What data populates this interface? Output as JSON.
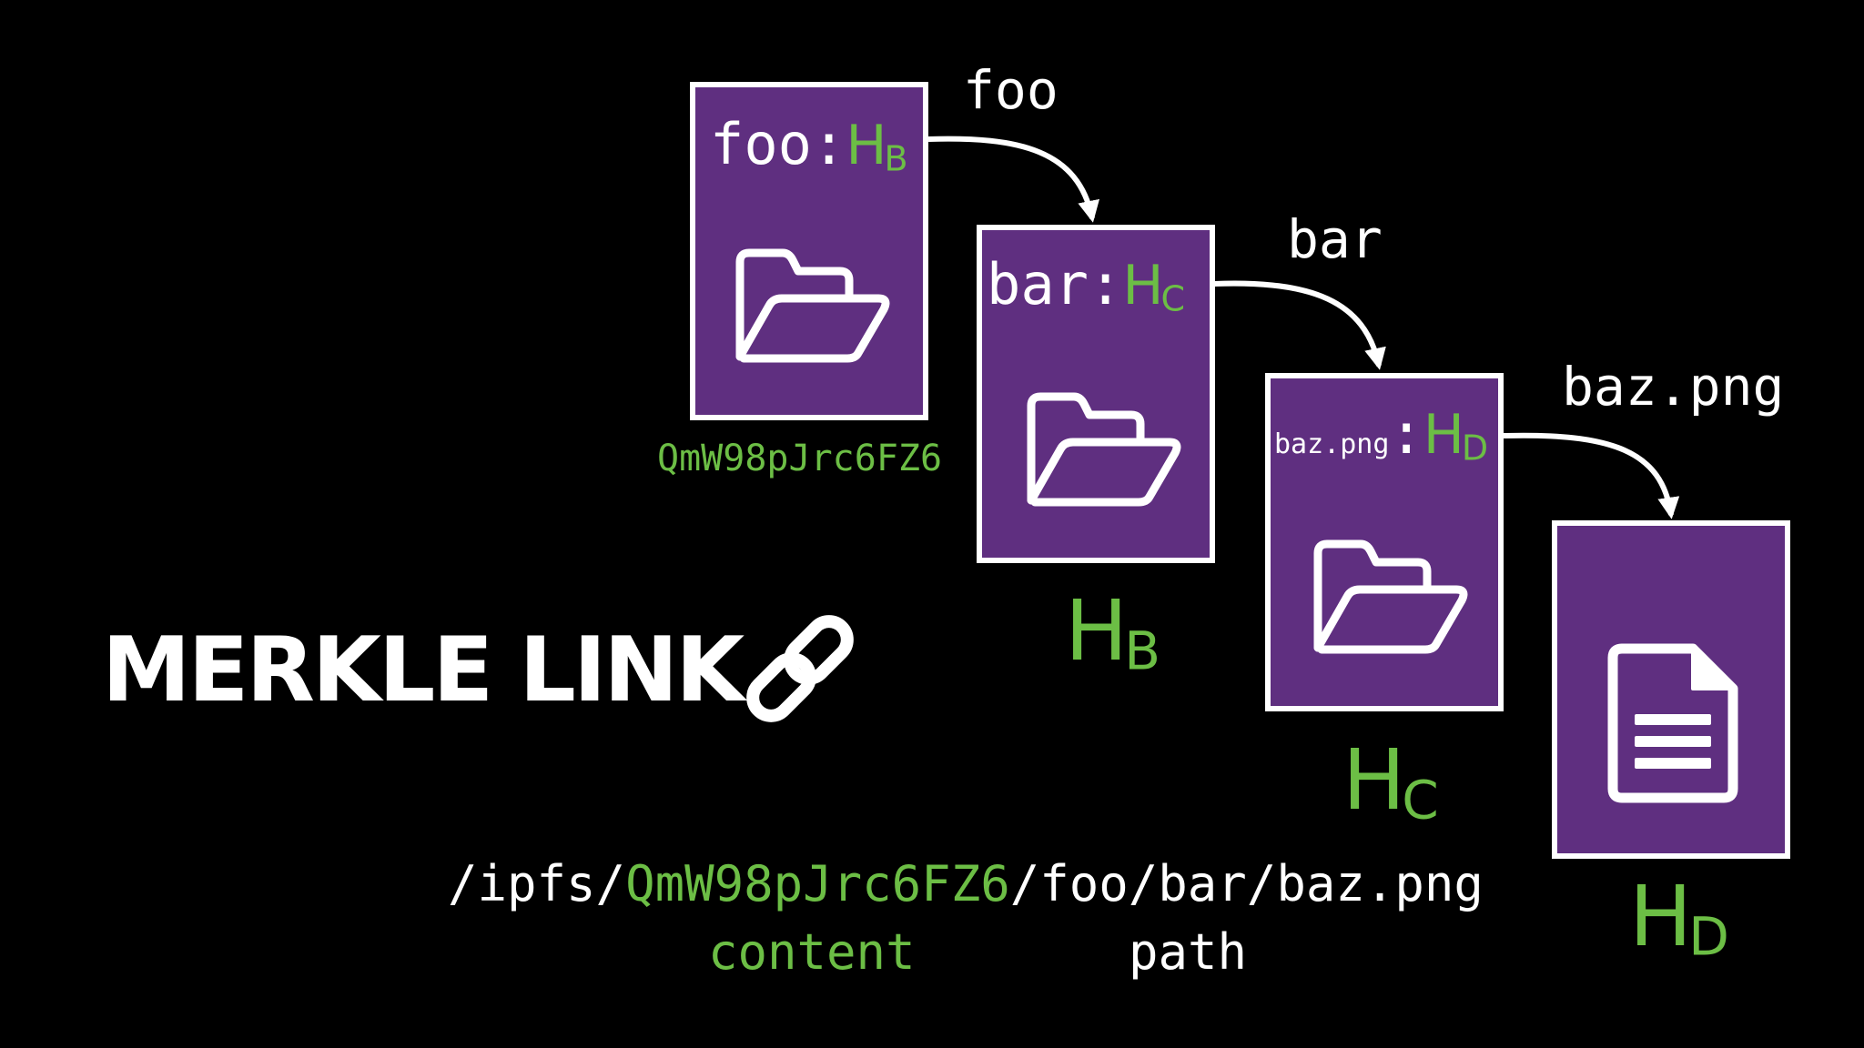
{
  "title": "MERKLE LINK",
  "colors": {
    "hash_green": "#6cbe45",
    "box_purple": "#5f2f80",
    "background": "#000000",
    "border": "#ffffff"
  },
  "nodes": [
    {
      "entry_name": "foo",
      "entry_sep": ":",
      "entry_hash": "H",
      "entry_hash_sub": "B",
      "icon": "folder-icon"
    },
    {
      "entry_name": "bar",
      "entry_sep": ":",
      "entry_hash": "H",
      "entry_hash_sub": "C",
      "icon": "folder-icon",
      "hash_label": "H",
      "hash_label_sub": "B"
    },
    {
      "entry_name": "baz.png",
      "entry_sep": ":",
      "entry_hash": "H",
      "entry_hash_sub": "D",
      "icon": "folder-icon",
      "hash_label": "H",
      "hash_label_sub": "C"
    },
    {
      "icon": "document-icon",
      "hash_label": "H",
      "hash_label_sub": "D"
    }
  ],
  "root_hash": "QmW98pJrc6FZ6",
  "edges": [
    "foo",
    "bar",
    "baz.png"
  ],
  "path": {
    "prefix": "/ipfs/",
    "hash": "QmW98pJrc6FZ6",
    "suffix": "/foo/bar/baz.png"
  },
  "captions": {
    "content": "content",
    "path": "path"
  }
}
